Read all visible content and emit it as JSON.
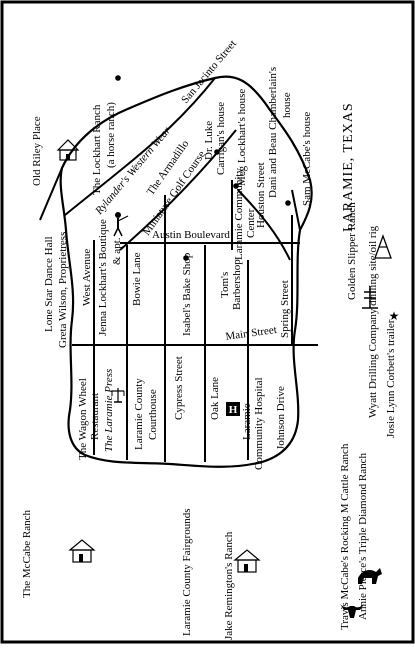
{
  "map": {
    "title": "LARAMIE, TEXAS",
    "landmarks": {
      "lockhart_ranch": "The Lockhart Ranch",
      "lockhart_ranch_note": "(a horse ranch)",
      "old_riley_place": "Old Riley Place",
      "san_jacinto": "San Jacinto Street",
      "rylanders": "Rylander's Western Wear",
      "armadillo_1": "The Armadillo",
      "armadillo_2": "Miniature Golf Course",
      "luke_1": "Dr. Luke",
      "luke_2": "Carrigan's house",
      "meg": "Meg Lockhart's house",
      "dani": "Dani and Beau Chamberlain's",
      "dani_2": "house",
      "sam": "Sam McCabe's house",
      "laramie_cc_1": "Laramie Community",
      "laramie_cc_2": "Center",
      "houston": "Houston Street",
      "austin": "Austin Boulevard",
      "lone_star_1": "Lone Star Dance Hall",
      "lone_star_2": "Greta Wilson, Proprietress",
      "west_avenue": "West Avenue",
      "jenna_1": "Jenna Lockhart's Boutique",
      "jenna_2": "& apt.",
      "bowie": "Bowie Lane",
      "isabel": "Isabel's Bake Shop",
      "toms_1": "Tom's",
      "toms_2": "Barbershop",
      "spring": "Spring Street",
      "main": "Main Street",
      "golden_slipper": "Golden Slipper Ranch",
      "wyatt": "Wyatt Drilling Company drilling site/oil rig",
      "josie": "Josie Lynn Corbett's trailer",
      "wagon_1": "The Wagon Wheel",
      "wagon_2": "Restaurant",
      "wagon_3": "The Laramie Press",
      "courthouse_1": "Laramie County",
      "courthouse_2": "Courthouse",
      "cypress": "Cypress Street",
      "oak": "Oak Lane",
      "hospital_1": "Laramie",
      "hospital_2": "Community Hospital",
      "johnson": "Johnson Drive",
      "travis": "Travis McCabe's Rocking M Cattle Ranch",
      "annie": "Annie Pierce's Triple Diamond Ranch",
      "mccabe_ranch": "The McCabe Ranch",
      "fairgrounds": "Laramie County Fairgrounds",
      "jake": "Jake Remington's Ranch",
      "hospital_icon": "H"
    },
    "icons": [
      "ranch-house-icon",
      "windmill-icon",
      "oil-rig-icon",
      "horse-icon",
      "longhorn-icon",
      "star-icon",
      "hospital-icon",
      "scales-of-justice-icon",
      "golfer-icon"
    ]
  }
}
